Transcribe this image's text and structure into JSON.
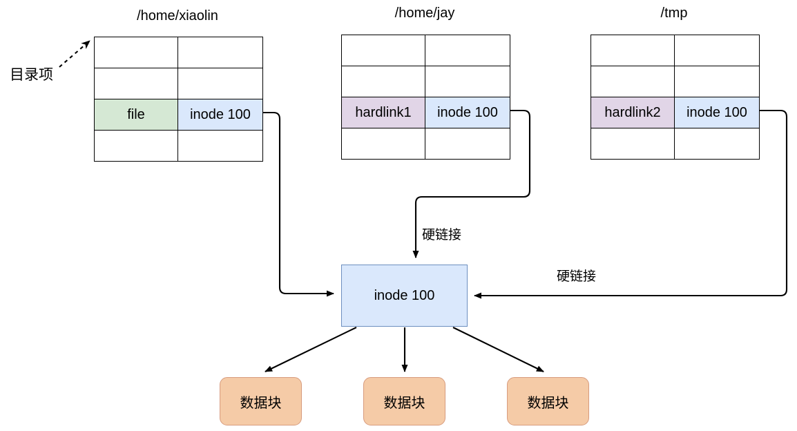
{
  "diagram": {
    "title_note": "hard link diagram: three directory entries pointing at one inode",
    "directories": [
      {
        "path": "/home/xiaolin",
        "rows": [
          {
            "name": "",
            "inode": "",
            "highlight": false
          },
          {
            "name": "",
            "inode": "",
            "highlight": false
          },
          {
            "name": "file",
            "inode": "inode 100",
            "highlight": true,
            "name_fill": "green",
            "inode_fill": "blue"
          },
          {
            "name": "",
            "inode": "",
            "highlight": false
          }
        ]
      },
      {
        "path": "/home/jay",
        "rows": [
          {
            "name": "",
            "inode": "",
            "highlight": false
          },
          {
            "name": "",
            "inode": "",
            "highlight": false
          },
          {
            "name": "hardlink1",
            "inode": "inode 100",
            "highlight": true,
            "name_fill": "purple",
            "inode_fill": "blue"
          },
          {
            "name": "",
            "inode": "",
            "highlight": false
          }
        ]
      },
      {
        "path": "/tmp",
        "rows": [
          {
            "name": "",
            "inode": "",
            "highlight": false
          },
          {
            "name": "",
            "inode": "",
            "highlight": false
          },
          {
            "name": "hardlink2",
            "inode": "inode 100",
            "highlight": true,
            "name_fill": "purple",
            "inode_fill": "blue"
          },
          {
            "name": "",
            "inode": "",
            "highlight": false
          }
        ]
      }
    ],
    "annotation": {
      "directory_entry_label": "目录项"
    },
    "inode": {
      "label": "inode 100"
    },
    "edge_labels": {
      "hardlink_center": "硬链接",
      "hardlink_right": "硬链接"
    },
    "data_blocks": [
      {
        "label": "数据块"
      },
      {
        "label": "数据块"
      },
      {
        "label": "数据块"
      }
    ],
    "colors": {
      "fill_green": "#d5e8d4",
      "fill_purple": "#e1d5e7",
      "fill_blue": "#dae8fc",
      "inode_stroke": "#6c8ebf",
      "data_block_fill": "#f5cba7",
      "data_block_stroke": "#d79b7d",
      "line": "#000000"
    }
  }
}
